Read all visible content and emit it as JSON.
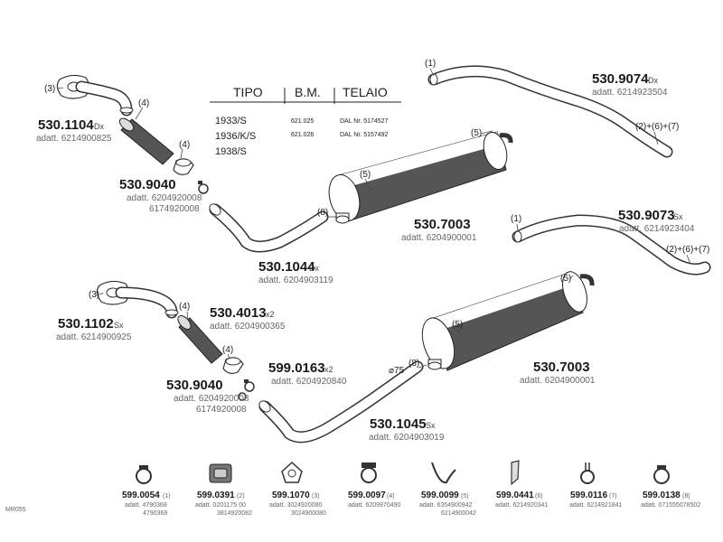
{
  "table": {
    "headers": [
      "TIPO",
      "B.M.",
      "TELAIO"
    ],
    "rows": [
      {
        "tipo": "1933/S",
        "bm": "621.025",
        "telaio": "DAL Nr. 5174527"
      },
      {
        "tipo": "1936/K/S",
        "bm": "621.026",
        "telaio": "DAL Nr. 5157492"
      },
      {
        "tipo": "1938/S",
        "bm": "",
        "telaio": ""
      }
    ]
  },
  "parts": {
    "p1104": {
      "number": "530.1104",
      "side": "Dx",
      "adatt": "adatt. 6214900825"
    },
    "p9040a": {
      "number": "530.9040",
      "adatt": "adatt. 6204920008",
      "adatt2": "6174920008"
    },
    "p1044": {
      "number": "530.1044",
      "side": "Dx",
      "adatt": "adatt. 6204903119"
    },
    "p7003a": {
      "number": "530.7003",
      "adatt": "adatt. 6204900001"
    },
    "p9074": {
      "number": "530.9074",
      "side": "Dx",
      "adatt": "adatt. 6214923504"
    },
    "p9073": {
      "number": "530.9073",
      "side": "Sx",
      "adatt": "adatt. 6214923404"
    },
    "p1102": {
      "number": "530.1102",
      "side": "Sx",
      "adatt": "adatt. 6214900925"
    },
    "p4013": {
      "number": "530.4013",
      "side": "x2",
      "adatt": "adatt. 6204900365"
    },
    "p9040b": {
      "number": "530.9040",
      "adatt": "adatt. 6204920008",
      "adatt2": "6174920008"
    },
    "p0163": {
      "number": "599.0163",
      "side": "x2",
      "adatt": "adatt. 6204920840"
    },
    "p1045": {
      "number": "530.1045",
      "side": "Sx",
      "adatt": "adatt. 6204903019"
    },
    "p7003b": {
      "number": "530.7003",
      "adatt": "adatt. 6204900001"
    }
  },
  "callouts": {
    "c1": "(1)",
    "c2c": "(2)+(6)+(7)",
    "c3": "(3)",
    "c4": "(4)",
    "c5": "(5)",
    "c8": "(8)",
    "d75": "⌀75"
  },
  "hardware": [
    {
      "number": "599.0054",
      "ref": "(1)",
      "adatt": "adatt. 4790368",
      "adatt2": "4790369",
      "icon": "clamp-ring-icon"
    },
    {
      "number": "599.0391",
      "ref": "(2)",
      "adatt": "adatt. 0201175 00",
      "adatt2": "3814920082",
      "icon": "rubber-block-icon"
    },
    {
      "number": "599.1070",
      "ref": "(3)",
      "adatt": "adatt. 3024920080",
      "adatt2": "3024900080",
      "icon": "flange-gasket-icon"
    },
    {
      "number": "599.0097",
      "ref": "(4)",
      "adatt": "adatt. 6209970490",
      "adatt2": "",
      "icon": "pipe-clamp-icon"
    },
    {
      "number": "599.0099",
      "ref": "(5)",
      "adatt": "adatt. 6354900942",
      "adatt2": "6214900042",
      "icon": "strap-hanger-icon"
    },
    {
      "number": "599.0441",
      "ref": "(6)",
      "adatt": "adatt. 6214920341",
      "adatt2": "",
      "icon": "bracket-icon"
    },
    {
      "number": "599.0116",
      "ref": "(7)",
      "adatt": "adatt. 6214921841",
      "adatt2": "",
      "icon": "hanger-clamp-icon"
    },
    {
      "number": "599.0138",
      "ref": "(8)",
      "adatt": "adatt. 071555078502",
      "adatt2": "",
      "icon": "hose-clamp-icon"
    }
  ],
  "footer": {
    "code": "MR055"
  }
}
